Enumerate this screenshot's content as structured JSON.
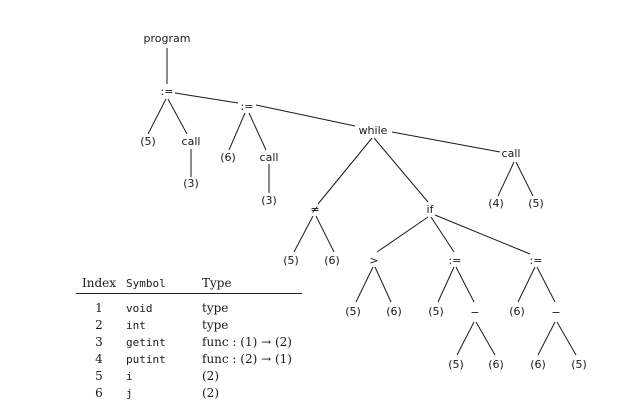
{
  "tree": {
    "labels": {
      "program": "program",
      "assign1": ":=",
      "a1_left": "(5)",
      "a1_call": "call",
      "a1_call_arg": "(3)",
      "assign2": ":=",
      "a2_left": "(6)",
      "a2_call": "call",
      "a2_call_arg": "(3)",
      "while": "while",
      "neq": "≠",
      "neq_left": "(5)",
      "neq_right": "(6)",
      "if": "if",
      "gt": ">",
      "gt_left": "(5)",
      "gt_right": "(6)",
      "assign3": ":=",
      "a3_left": "(5)",
      "minus1": "−",
      "m1_left": "(5)",
      "m1_right": "(6)",
      "assign4": ":=",
      "a4_left": "(6)",
      "minus2": "−",
      "m2_left": "(6)",
      "m2_right": "(5)",
      "call3": "call",
      "c3_left": "(4)",
      "c3_right": "(5)"
    }
  },
  "symbol_table": {
    "headers": {
      "index": "Index",
      "symbol": "Symbol",
      "type": "Type"
    },
    "rows": [
      {
        "index": "1",
        "symbol": "void",
        "type": "type"
      },
      {
        "index": "2",
        "symbol": "int",
        "type": "type"
      },
      {
        "index": "3",
        "symbol": "getint",
        "type": "func : (1) → (2)"
      },
      {
        "index": "4",
        "symbol": "putint",
        "type": "func : (2) → (1)"
      },
      {
        "index": "5",
        "symbol": "i",
        "type": "(2)"
      },
      {
        "index": "6",
        "symbol": "j",
        "type": "(2)"
      }
    ]
  }
}
